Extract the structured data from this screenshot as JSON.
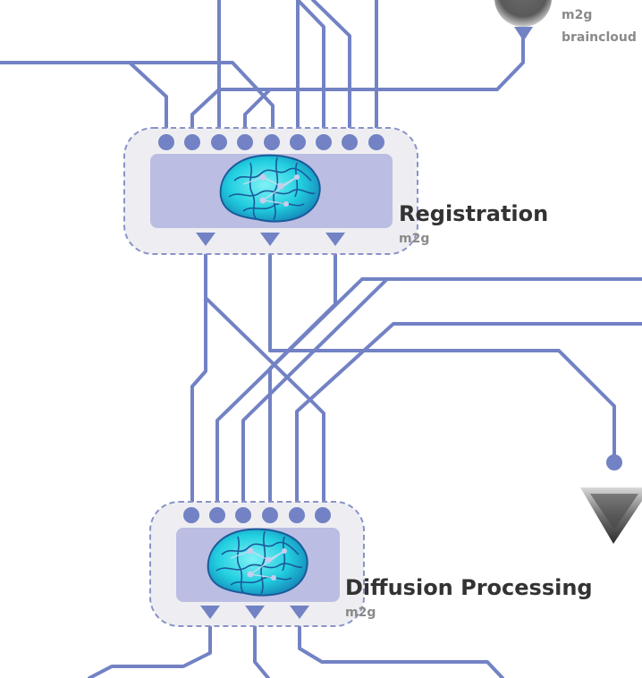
{
  "nodes": {
    "registration": {
      "title": "Registration",
      "subtitle": "m2g"
    },
    "diffusion": {
      "title": "Diffusion Processing",
      "subtitle": "m2g"
    },
    "braincloud": {
      "subtitle": "m2g",
      "title": "braincloud"
    }
  },
  "colors": {
    "wire": "#7282c4",
    "box_fill": "#eeeef2",
    "box_border": "#8a93c9",
    "panel": "#bbbde3",
    "brain": "#2fd6e0",
    "brain_dark": "#1a5a9a"
  }
}
